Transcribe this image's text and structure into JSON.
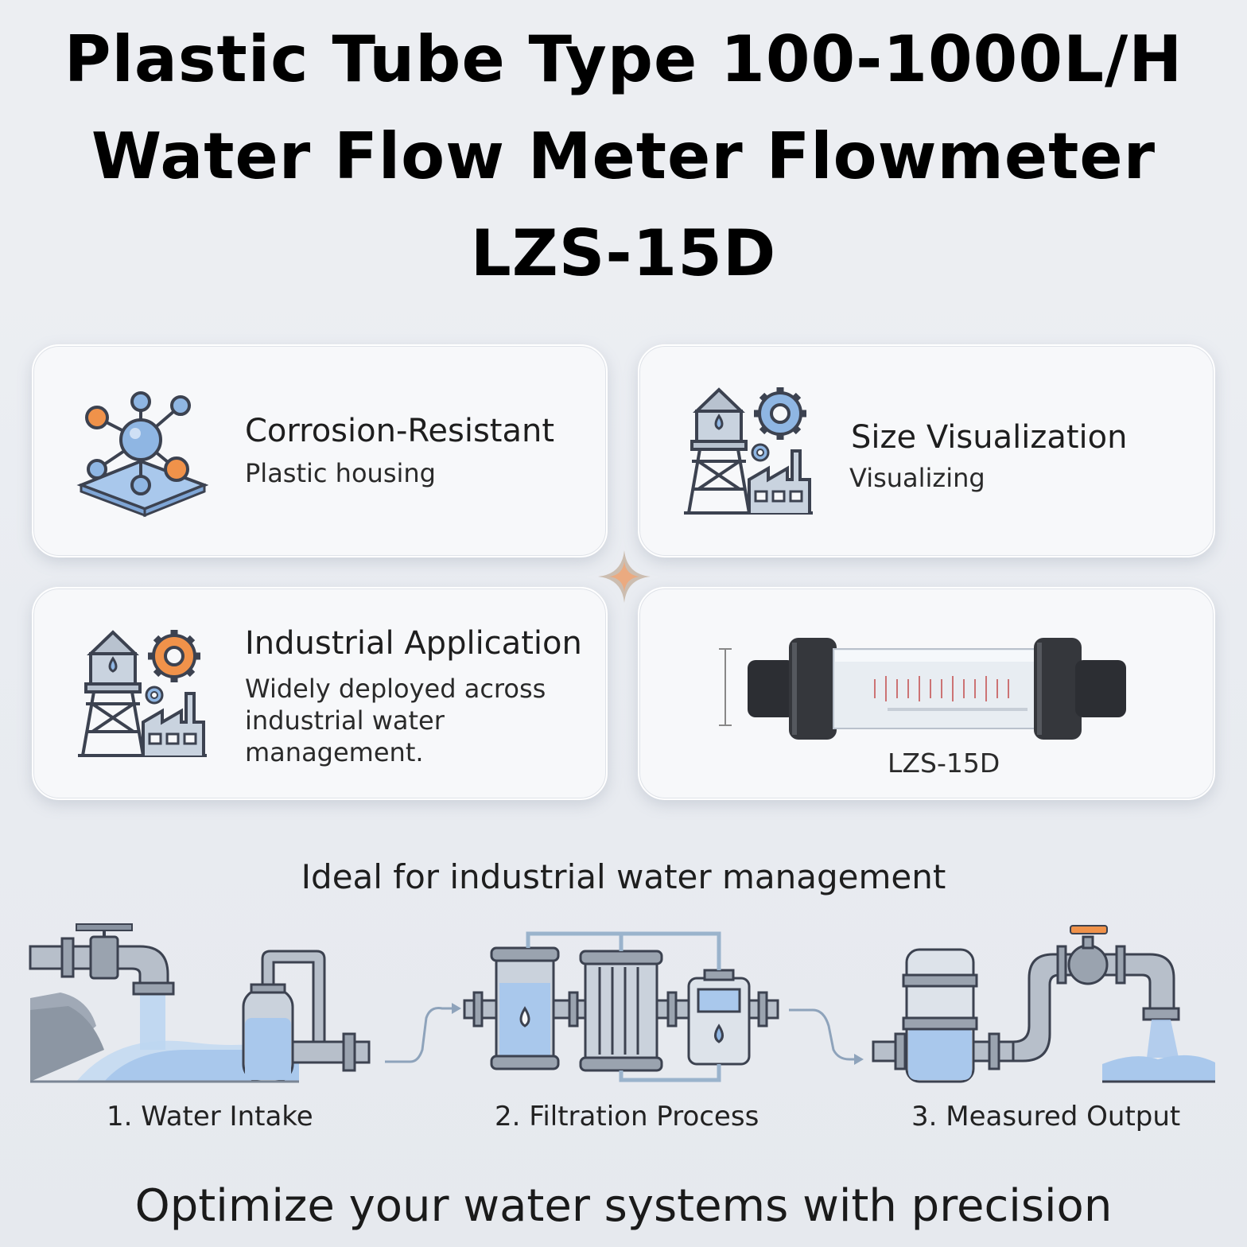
{
  "title": {
    "line1": "Plastic Tube Type 100-1000L/H",
    "line2": "Water Flow Meter Flowmeter",
    "line3": "LZS-15D"
  },
  "cards": [
    {
      "title": "Corrosion-Resistant",
      "subtitle": "Plastic housing",
      "icon": "molecule-icon"
    },
    {
      "title": "Size Visualization",
      "subtitle": "Visualizing",
      "icon": "water-tower-factory-icon"
    },
    {
      "title": "Industrial Application",
      "subtitle": "Widely deployed across industrial water management.",
      "icon": "water-tower-factory-icon"
    },
    {
      "caption": "LZS-15D",
      "icon": "flowmeter-image"
    }
  ],
  "process": {
    "heading": "Ideal for industrial water management",
    "steps": [
      "1. Water Intake",
      "2. Filtration Process",
      "3. Measured Output"
    ]
  },
  "footer": "Optimize your water systems with precision",
  "colors": {
    "accent_orange": "#f0924a",
    "accent_blue": "#8fb6e3",
    "stroke": "#3c4250"
  }
}
